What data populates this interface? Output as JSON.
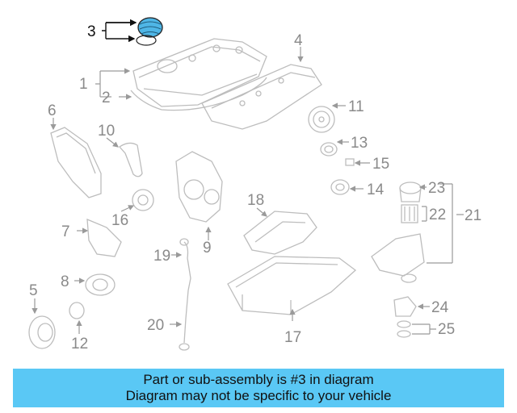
{
  "callouts": {
    "c1": "1",
    "c2": "2",
    "c3": "3",
    "c4": "4",
    "c5": "5",
    "c6": "6",
    "c7": "7",
    "c8": "8",
    "c9": "9",
    "c10": "10",
    "c11": "11",
    "c12": "12",
    "c13": "13",
    "c14": "14",
    "c15": "15",
    "c16": "16",
    "c17": "17",
    "c18": "18",
    "c19": "19",
    "c20": "20",
    "c21": "21",
    "c22": "22",
    "c23": "23",
    "c24": "24",
    "c25": "25"
  },
  "colors": {
    "highlight_part": "#4fb6e6",
    "banner_bg": "#5ac8f5"
  },
  "banner": {
    "line1": "Part or sub-assembly is #3 in diagram",
    "line2": "Diagram may not be specific to your vehicle"
  }
}
